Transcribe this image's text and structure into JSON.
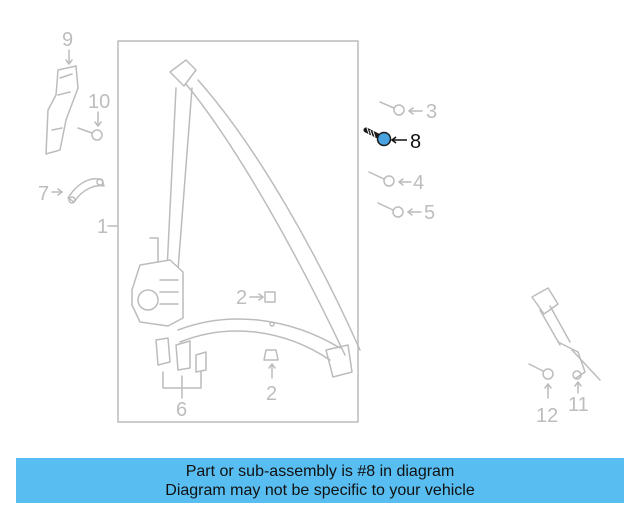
{
  "labels": {
    "l1": "1",
    "l2a": "2",
    "l2b": "2",
    "l3": "3",
    "l4": "4",
    "l5": "5",
    "l6": "6",
    "l7": "7",
    "l8": "8",
    "l9": "9",
    "l10": "10",
    "l11": "11",
    "l12": "12"
  },
  "highlight_part": "8",
  "colors": {
    "banner": "#58bdf0",
    "highlight": "#3a9ad9",
    "faded": "#bcbcbc"
  },
  "banner": {
    "line1": "Part or sub-assembly is #8 in diagram",
    "line2": "Diagram may not be specific to your vehicle"
  }
}
